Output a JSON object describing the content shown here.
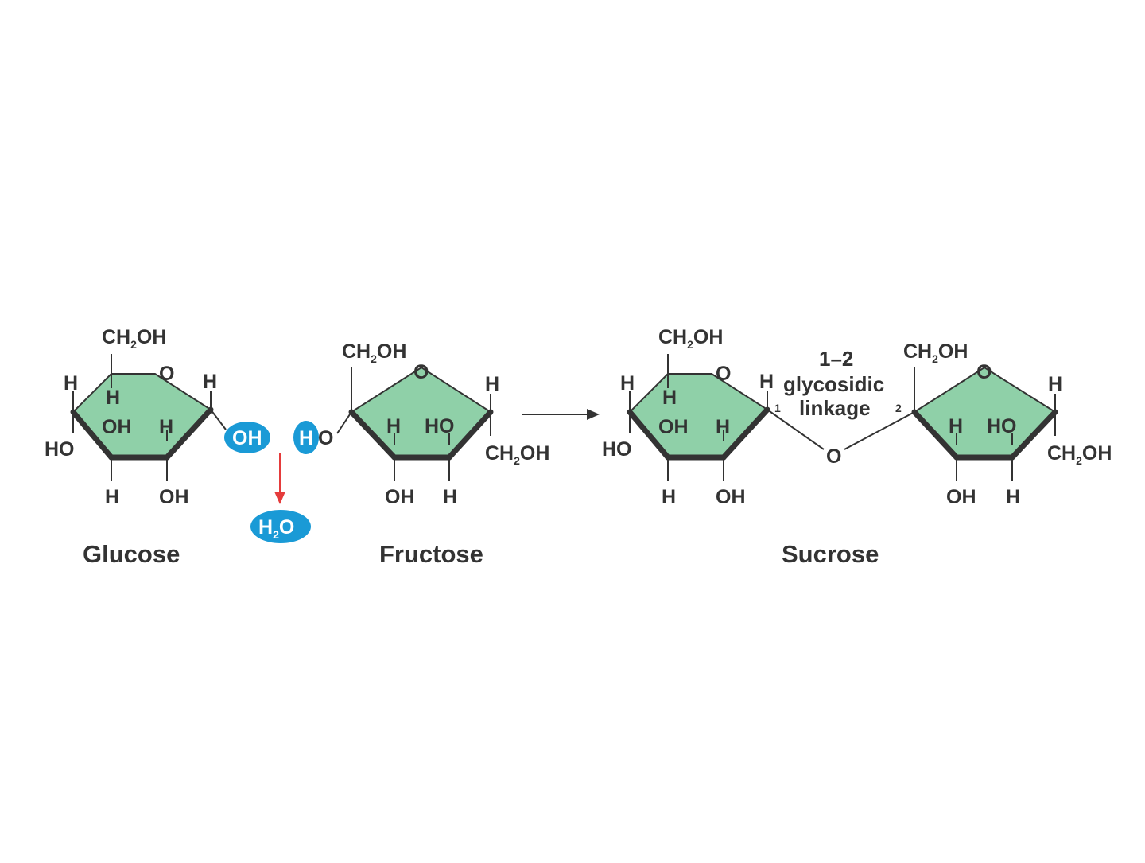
{
  "colors": {
    "ring_fill": "#8fd0a8",
    "ring_stroke": "#333333",
    "highlight": "#1a9ad6",
    "arrow_red": "#e53b3b",
    "text": "#333333"
  },
  "labels": {
    "ch2oh": "CH",
    "ch2oh_sub": "2",
    "ch2oh_tail": "OH",
    "h": "H",
    "o": "O",
    "oh": "OH",
    "ho": "HO"
  },
  "water": {
    "h": "H",
    "sub": "2",
    "o": "O"
  },
  "glucose": {
    "name": "Glucose"
  },
  "fructose": {
    "name": "Fructose"
  },
  "sucrose": {
    "name": "Sucrose"
  },
  "linkage": {
    "top": "1–2",
    "mid": "glycosidic",
    "bottom": "linkage",
    "pos1": "1",
    "pos2": "2"
  }
}
